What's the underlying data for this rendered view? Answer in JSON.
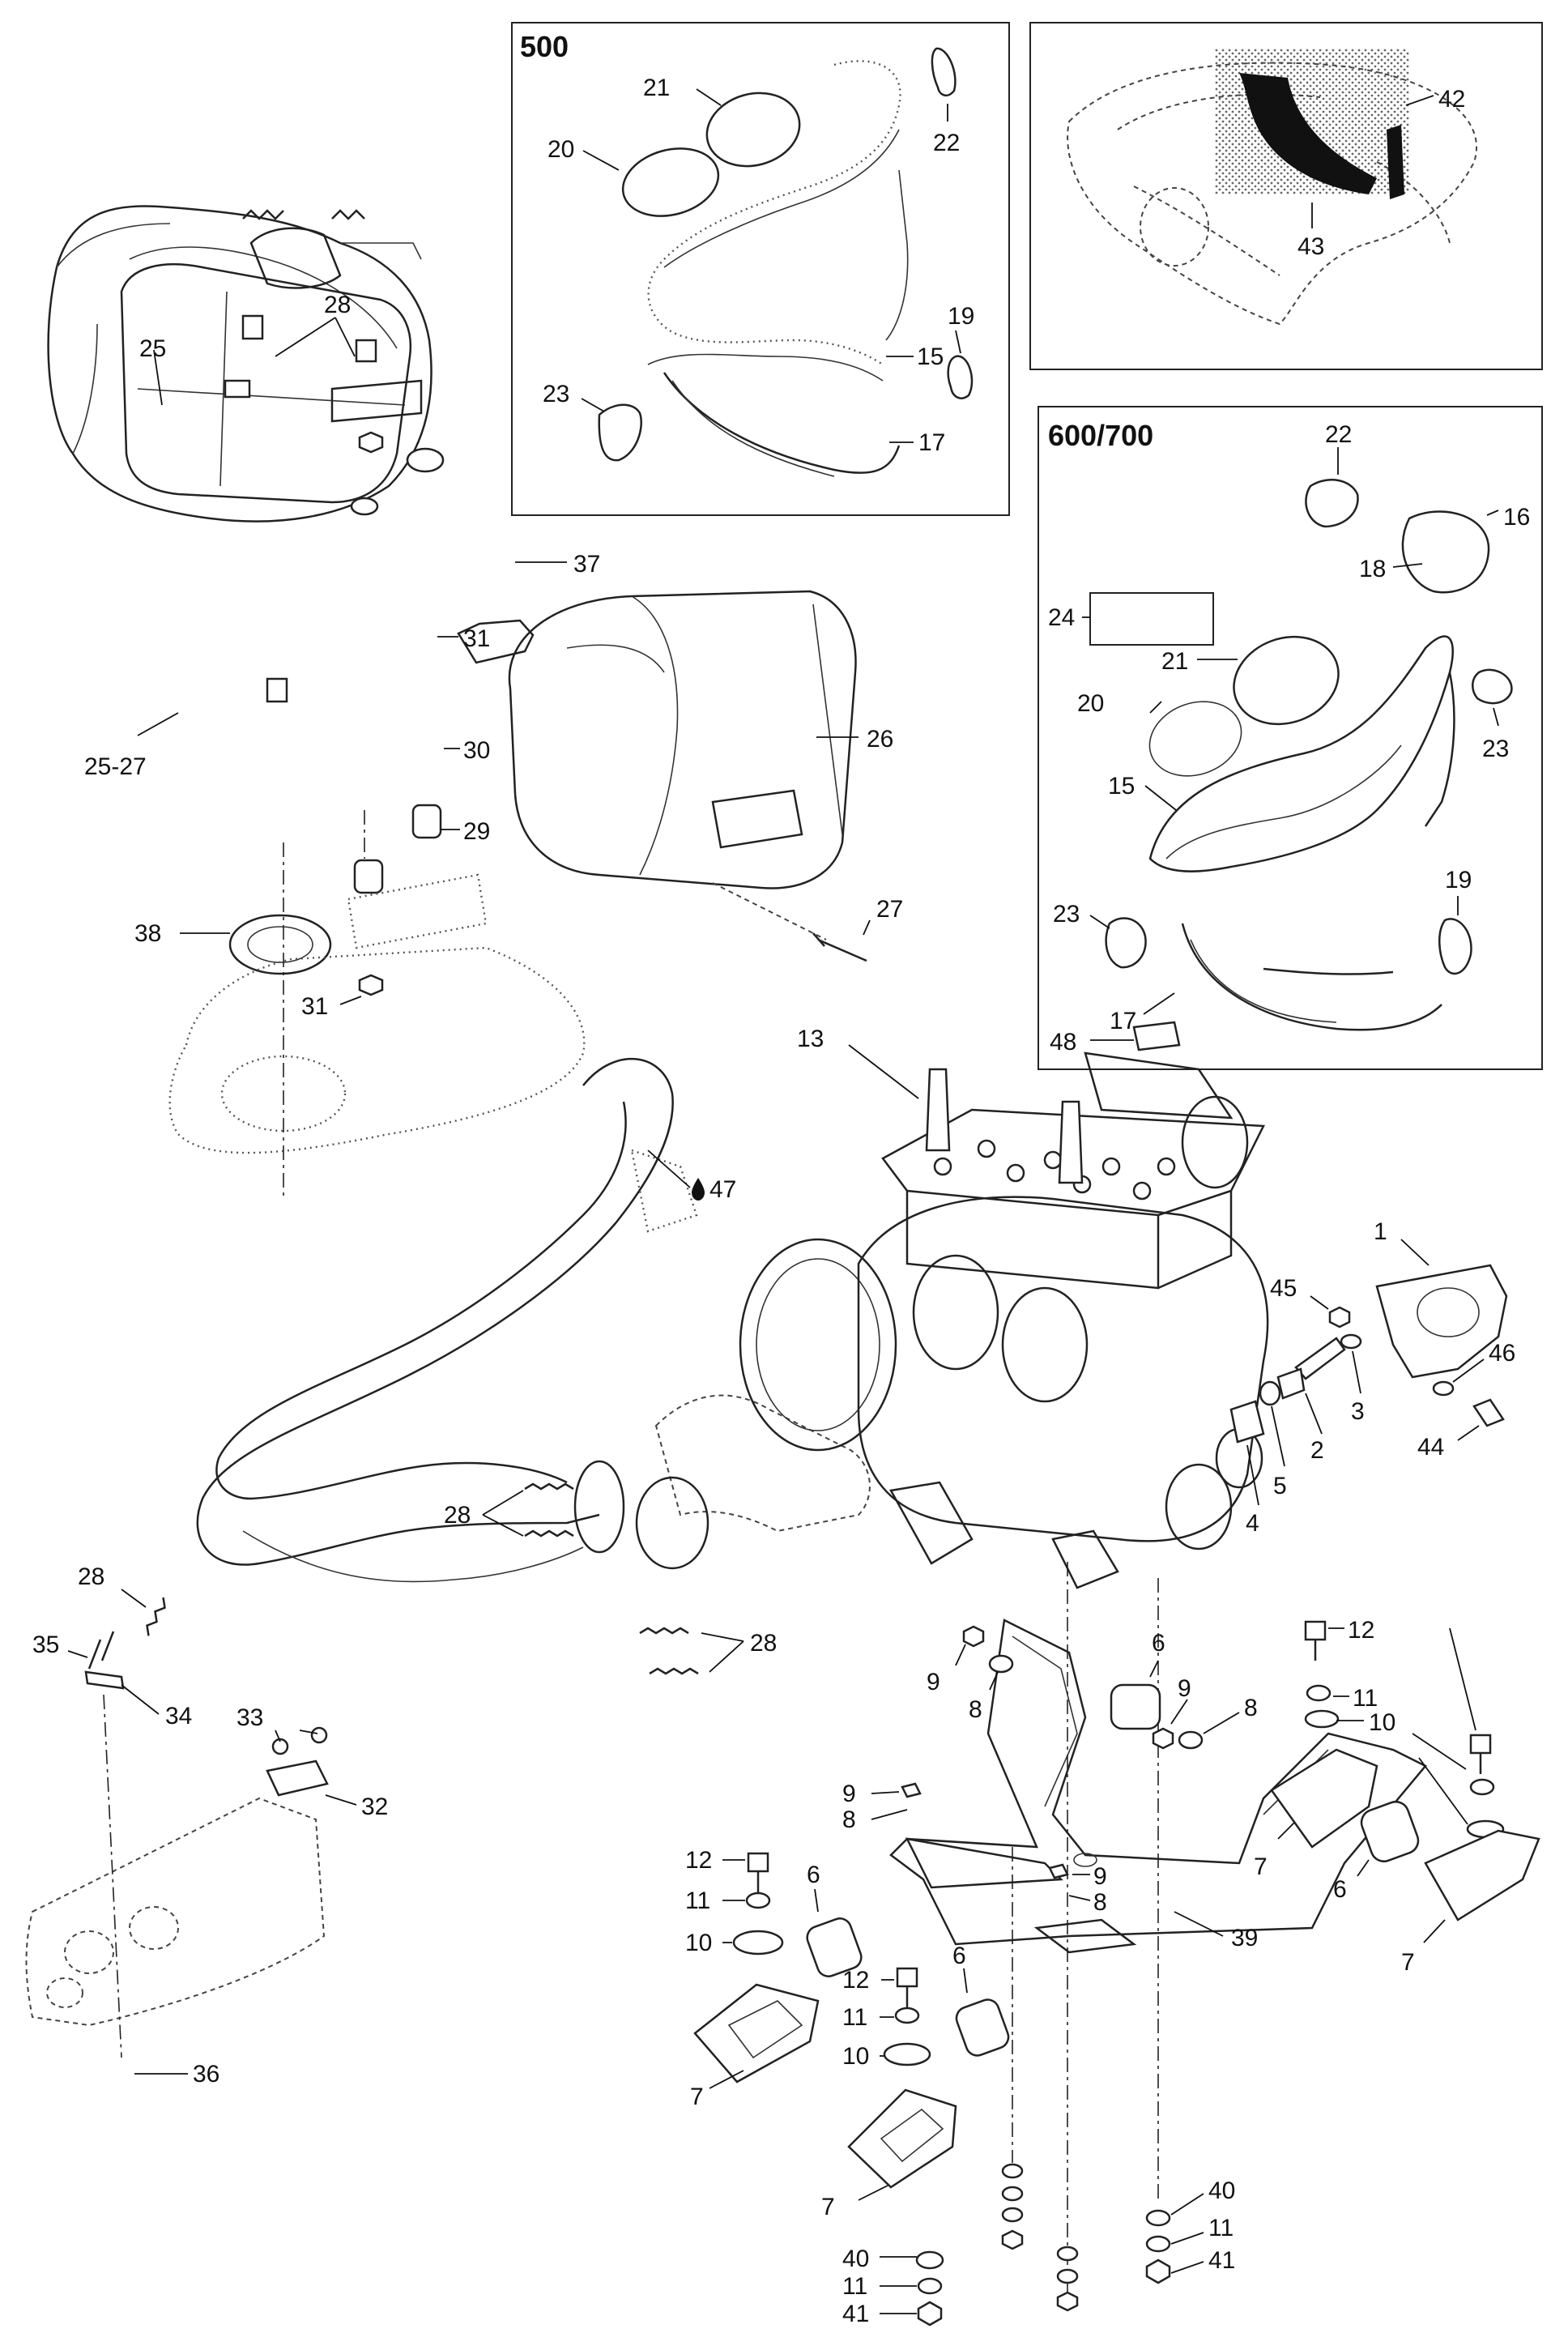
{
  "insets": {
    "model_500": "500",
    "model_600_700": "600/700"
  },
  "callouts": {
    "c1": "1",
    "c2": "2",
    "c3": "3",
    "c4": "4",
    "c5": "5",
    "c6a": "6",
    "c6b": "6",
    "c6c": "6",
    "c6d": "6",
    "c7a": "7",
    "c7b": "7",
    "c7c": "7",
    "c7d": "7",
    "c8a": "8",
    "c8b": "8",
    "c8c": "8",
    "c8d": "8",
    "c9a": "9",
    "c9b": "9",
    "c9c": "9",
    "c9d": "9",
    "c10a": "10",
    "c10b": "10",
    "c10c": "10",
    "c11a": "11",
    "c11b": "11",
    "c11c": "11",
    "c11d": "11",
    "c11e": "11",
    "c12a": "12",
    "c12b": "12",
    "c12c": "12",
    "c13": "13",
    "c15a": "15",
    "c15b": "15",
    "c16": "16",
    "c17a": "17",
    "c17b": "17",
    "c18": "18",
    "c19a": "19",
    "c19b": "19",
    "c20a": "20",
    "c20b": "20",
    "c21a": "21",
    "c21b": "21",
    "c22a": "22",
    "c22b": "22",
    "c23a": "23",
    "c23b": "23",
    "c23c": "23",
    "c24": "24",
    "c25": "25",
    "c25_27": "25-27",
    "c26": "26",
    "c27": "27",
    "c28a": "28",
    "c28b": "28",
    "c28c": "28",
    "c28d": "28",
    "c29": "29",
    "c30": "30",
    "c31a": "31",
    "c31b": "31",
    "c32": "32",
    "c33": "33",
    "c34": "34",
    "c35": "35",
    "c36": "36",
    "c37": "37",
    "c38": "38",
    "c39": "39",
    "c40a": "40",
    "c40b": "40",
    "c41a": "41",
    "c41b": "41",
    "c42": "42",
    "c43": "43",
    "c44": "44",
    "c45": "45",
    "c46": "46",
    "c47": "47",
    "c48": "48"
  },
  "icons": {
    "oil_drop": "oil-drop-icon"
  }
}
